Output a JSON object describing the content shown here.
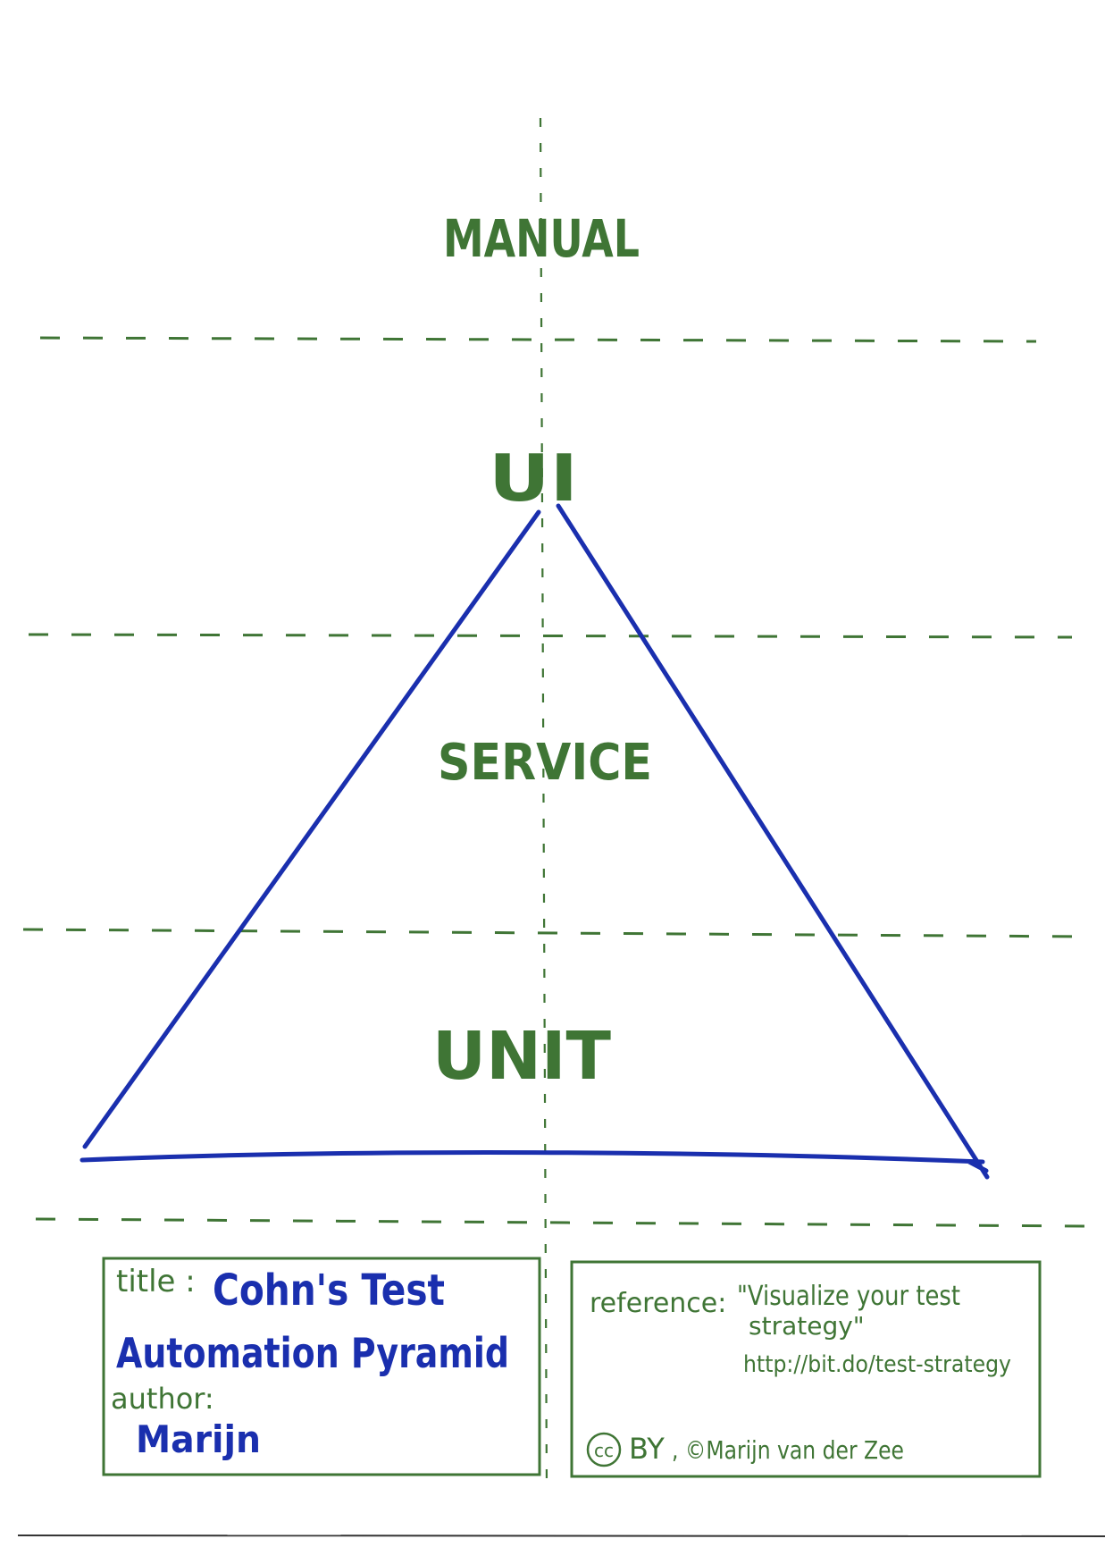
{
  "layers": {
    "manual": "MANUAL",
    "ui": "UI",
    "service": "SERVICE",
    "unit": "UNIT"
  },
  "title_box": {
    "title_label": "title :",
    "title_line1": "Cohn's Test",
    "title_line2": "Automation Pyramid",
    "author_label": "author:",
    "author_name": "Marijn"
  },
  "reference_box": {
    "reference_label": "reference:",
    "reference_title_line1": "\"Visualize your test",
    "reference_title_line2": "strategy\"",
    "reference_url": "http://bit.do/test-strategy",
    "license": "BY",
    "copyright": ", ©Marijn van der Zee"
  },
  "colors": {
    "ink_green": "#3f7535",
    "ink_blue": "#1a2fae"
  },
  "icons": {
    "license_icon": "creative-commons-icon"
  }
}
